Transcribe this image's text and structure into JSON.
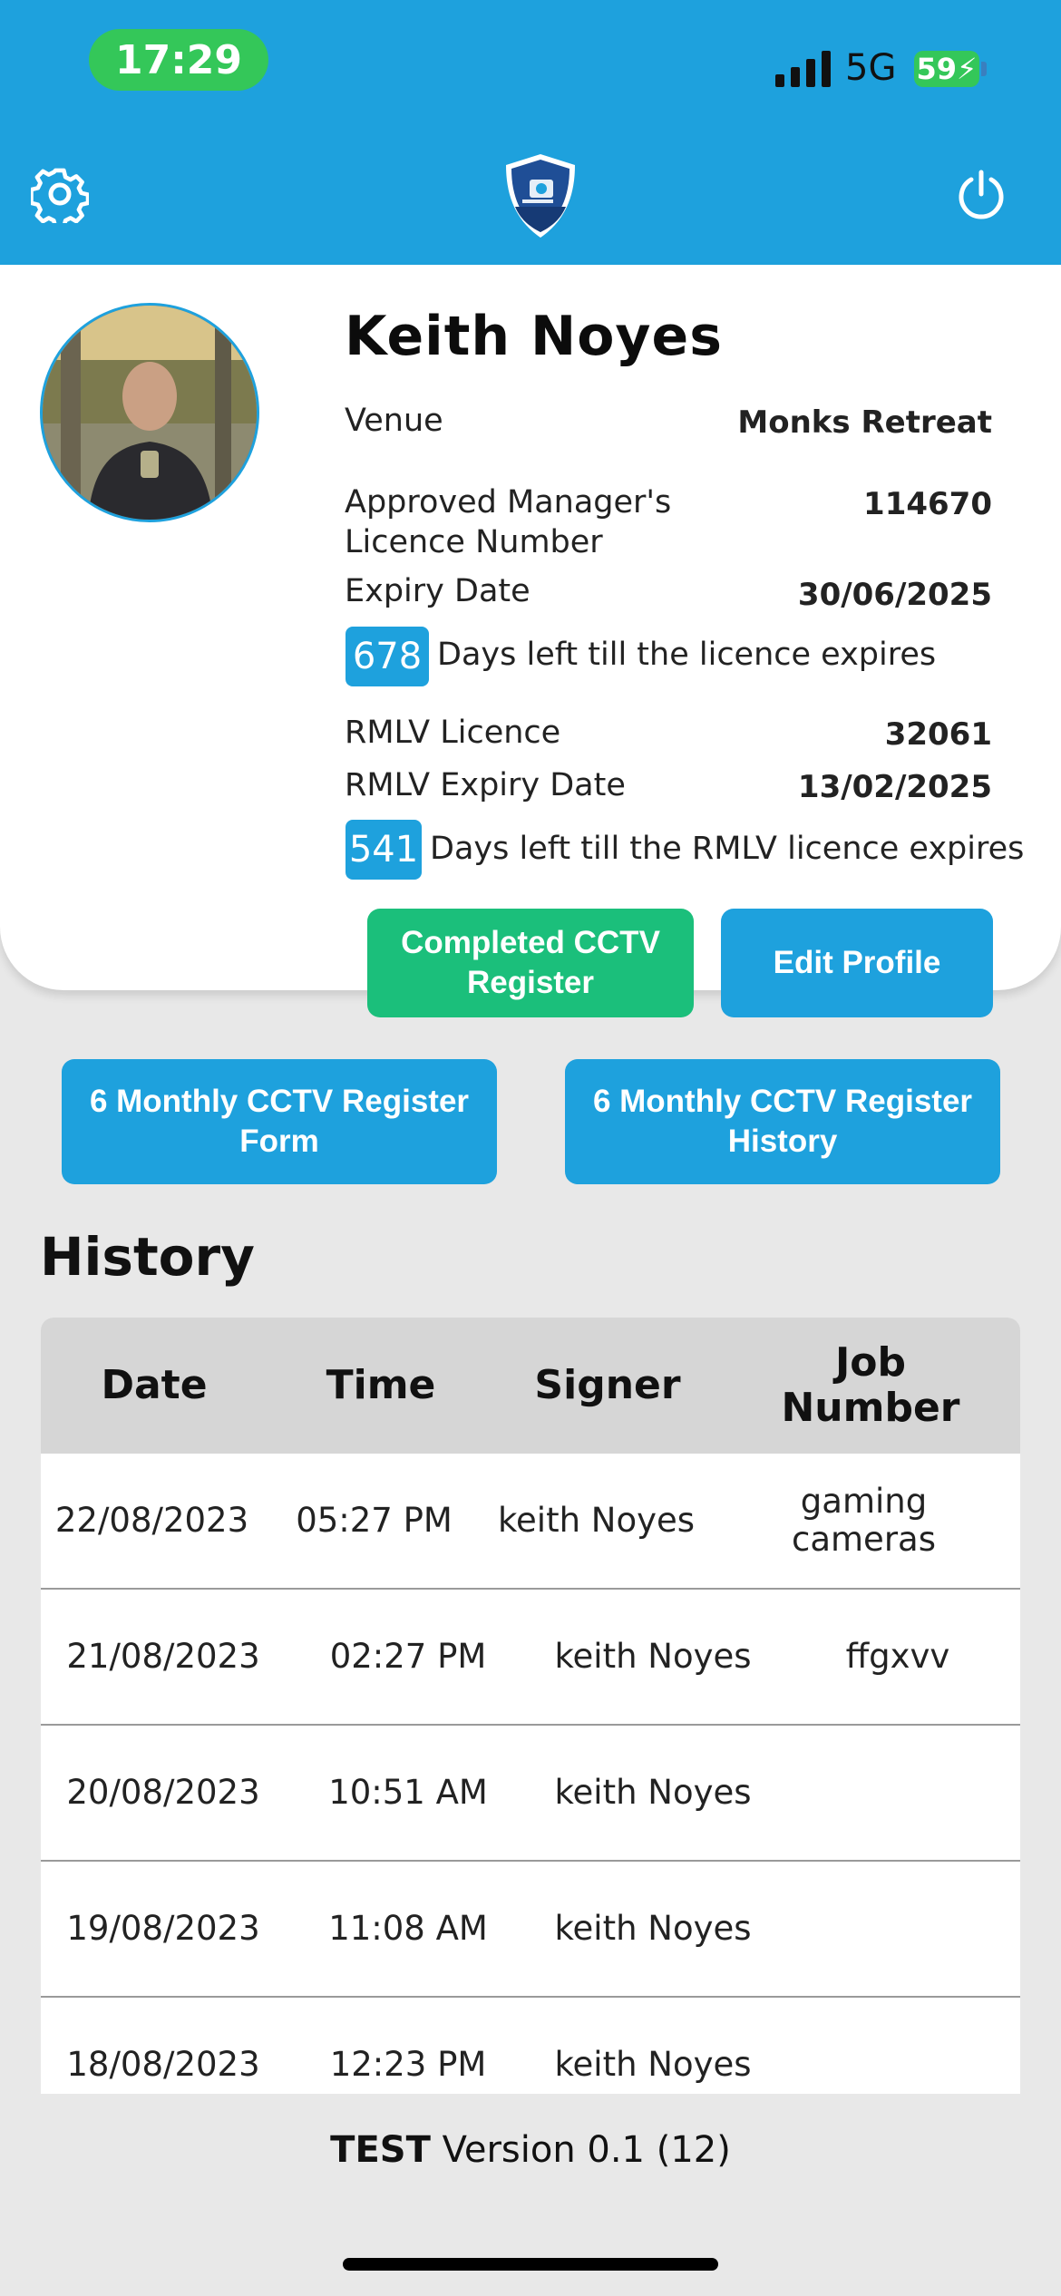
{
  "status_bar": {
    "time": "17:29",
    "network": "5G",
    "battery": "59"
  },
  "header": {
    "settings_icon": "gear-icon",
    "logo_icon": "shield-camera-logo",
    "power_icon": "power-icon",
    "brand_color": "#1ea1dd"
  },
  "profile": {
    "name": "Keith Noyes",
    "venue_label": "Venue",
    "venue_value": "Monks Retreat",
    "licence_label_line1": "Approved Manager's",
    "licence_label_line2": "Licence Number",
    "licence_value": "114670",
    "expiry_label": "Expiry Date",
    "expiry_value": "30/06/2025",
    "days_left": "678",
    "days_left_text": "Days left till the licence expires",
    "rmlv_label": "RMLV Licence",
    "rmlv_value": "32061",
    "rmlv_expiry_label": "RMLV Expiry Date",
    "rmlv_expiry_value": "13/02/2025",
    "rmlv_days_left": "541",
    "rmlv_days_left_text": "Days left till the RMLV licence expires"
  },
  "buttons": {
    "completed_cctv": "Completed CCTV Register",
    "edit_profile": "Edit Profile",
    "monthly_form": "6 Monthly CCTV Register Form",
    "monthly_history": "6 Monthly CCTV Register History"
  },
  "history": {
    "title": "History",
    "columns": [
      "Date",
      "Time",
      "Signer",
      "Job Number"
    ],
    "rows": [
      [
        "22/08/2023",
        "05:27 PM",
        "keith Noyes",
        "gaming cameras"
      ],
      [
        "21/08/2023",
        "02:27 PM",
        "keith Noyes",
        "ffgxvv"
      ],
      [
        "20/08/2023",
        "10:51 AM",
        "keith Noyes",
        ""
      ],
      [
        "19/08/2023",
        "11:08 AM",
        "keith Noyes",
        ""
      ],
      [
        "18/08/2023",
        "12:23 PM",
        "keith Noyes",
        ""
      ]
    ]
  },
  "footer": {
    "env": "TEST",
    "version": "Version 0.1 (12)"
  }
}
